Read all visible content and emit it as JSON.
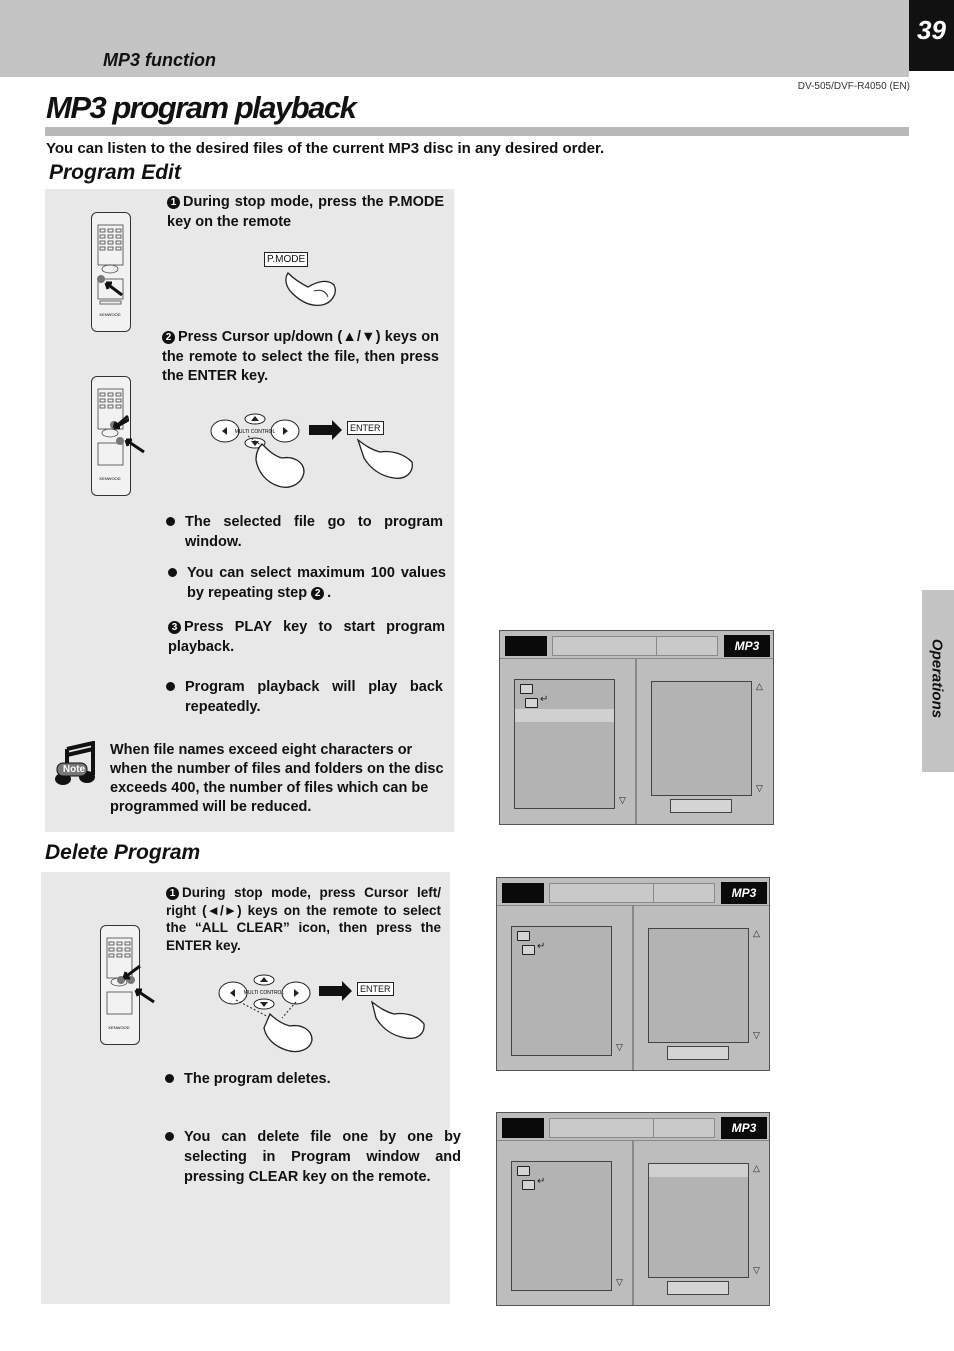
{
  "header": {
    "section": "MP3 function",
    "page_number": "39",
    "model": "DV-505/DVF-R4050 (EN)"
  },
  "title": "MP3 program playback",
  "intro": "You can listen to the desired files of the current MP3 disc in any desired order.",
  "side_tab": "Operations",
  "program_edit": {
    "heading": "Program Edit",
    "step1": {
      "num": "1",
      "text": "During stop mode, press the P.MODE key on the remote",
      "key": "P.MODE"
    },
    "step2": {
      "num": "2",
      "text": "Press Cursor up/down (▲/▼) keys on the remote to select the file, then press the ENTER key.",
      "multi_control": "MULTI CONTROL",
      "enter_key": "ENTER"
    },
    "bullet1": "The selected file go to program window.",
    "bullet2": "You can select maximum 100 values by repeating step",
    "bullet2_ref": "2",
    "step3": {
      "num": "3",
      "text": "Press PLAY key to start program playback."
    },
    "bullet3": "Program playback will play back repeatedly.",
    "note_label": "Note",
    "note": "When file names exceed eight characters or when the number of files and folders on the disc exceeds 400, the number of files which can be programmed will be reduced."
  },
  "delete_program": {
    "heading": "Delete Program",
    "step1": {
      "num": "1",
      "text": "During stop mode, press Cursor left/ right (◄/►) keys on the remote to select the “ALL CLEAR” icon, then press the ENTER key.",
      "multi_control": "MULTI CONTROL",
      "enter_key": "ENTER"
    },
    "bullet1": "The program deletes.",
    "bullet2": "You can delete file one by one by selecting in Program window and pressing CLEAR key on the remote."
  },
  "remote": {
    "brand": "KENWOOD"
  },
  "screen": {
    "logo": "MP3"
  }
}
